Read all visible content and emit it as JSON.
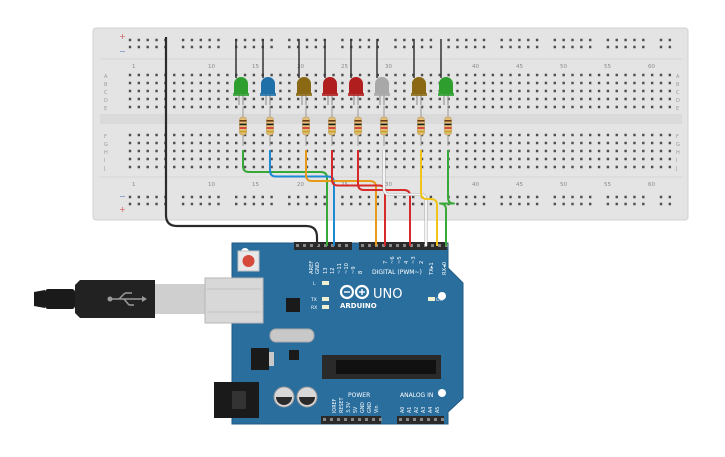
{
  "breadboard": {
    "top_numbers": [
      "1",
      "10",
      "15",
      "20",
      "25",
      "30",
      "40",
      "45",
      "50",
      "55",
      "60"
    ],
    "bottom_numbers": [
      "1",
      "10",
      "15",
      "20",
      "25",
      "30",
      "40",
      "45",
      "50",
      "55",
      "60"
    ],
    "row_letters_top": [
      "A",
      "B",
      "C",
      "D",
      "E"
    ],
    "row_letters_bottom": [
      "F",
      "G",
      "H",
      "I",
      "J"
    ],
    "rail_plus": "+",
    "rail_minus": "−"
  },
  "leds": [
    {
      "color": "#2e9e2e"
    },
    {
      "color": "#1f6fa8"
    },
    {
      "color": "#8b6914"
    },
    {
      "color": "#b01e1e"
    },
    {
      "color": "#b01e1e"
    },
    {
      "color": "#a8a8a8"
    },
    {
      "color": "#8b6914"
    },
    {
      "color": "#2e9e2e"
    }
  ],
  "wire_colors": [
    "#38a838",
    "#1e8ad6",
    "#e69b1c",
    "#d62a2a",
    "#d62a2a",
    "#f4f4f4",
    "#f0c419",
    "#38a838"
  ],
  "arduino": {
    "brand": "ARDUINO",
    "model": "UNO",
    "digital_label": "DIGITAL (PWM~)",
    "power_label": "POWER",
    "analog_label": "ANALOG IN",
    "on_label": "ON",
    "l_label": "L",
    "tx_label": "TX",
    "rx_label": "RX",
    "digital_pins_left": [
      "AREF",
      "GND",
      "13",
      "12",
      "~11",
      "~10",
      "~9",
      "8"
    ],
    "digital_pins_right": [
      "7",
      "~6",
      "~5",
      "4",
      "~3",
      "2",
      "TX▸1",
      "RX◂0"
    ],
    "power_pins": [
      "IOREF",
      "RESET",
      "3.3V",
      "5V",
      "GND",
      "GND",
      "Vin"
    ],
    "analog_pins": [
      "A0",
      "A1",
      "A2",
      "A3",
      "A4",
      "A5"
    ],
    "board_color": "#2a6e9e"
  }
}
